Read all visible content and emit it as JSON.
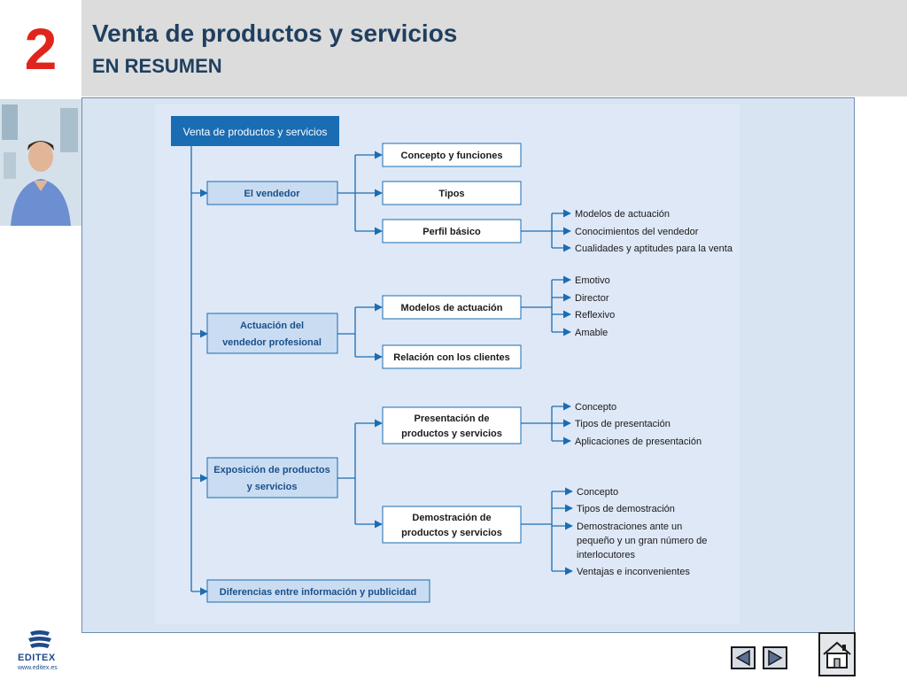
{
  "header": {
    "slide_number": "2",
    "title": "Venta de productos y servicios",
    "subtitle": "EN RESUMEN"
  },
  "diagram": {
    "root": "Venta de productos y servicios",
    "level1": {
      "vendedor": "El vendedor",
      "actuacion_1": "Actuación del",
      "actuacion_2": "vendedor profesional",
      "exposicion_1": "Exposición de productos",
      "exposicion_2": "y servicios",
      "diferencias": "Diferencias entre información y publicidad"
    },
    "level2": {
      "concepto_funciones": "Concepto y funciones",
      "tipos": "Tipos",
      "perfil_basico": "Perfil básico",
      "modelos_actuacion": "Modelos de actuación",
      "relacion_clientes": "Relación con los clientes",
      "presentacion_1": "Presentación de",
      "presentacion_2": "productos y servicios",
      "demostracion_1": "Demostración de",
      "demostracion_2": "productos y servicios"
    },
    "level3": {
      "perfil": [
        "Modelos de actuación",
        "Conocimientos del vendedor",
        "Cualidades y aptitudes para la venta"
      ],
      "modelos": [
        "Emotivo",
        "Director",
        "Reflexivo",
        "Amable"
      ],
      "presentacion": [
        "Concepto",
        "Tipos de presentación",
        "Aplicaciones de presentación"
      ],
      "demostracion": [
        "Concepto",
        "Tipos de demostración",
        "Demostraciones ante un",
        "pequeño y un gran número de",
        "interlocutores",
        "Ventajas e inconvenientes"
      ]
    }
  },
  "footer": {
    "logo_text": "EDITEX",
    "logo_url": "www.editex.es"
  },
  "colors": {
    "accent_red": "#e0261c",
    "title_blue": "#1f3f5f",
    "box_dark": "#1a6db3",
    "box_light": "#c9dcf1",
    "line": "#1a6db3"
  },
  "icons": {
    "prev": "triangle-left-icon",
    "next": "triangle-right-icon",
    "home": "home-icon"
  }
}
